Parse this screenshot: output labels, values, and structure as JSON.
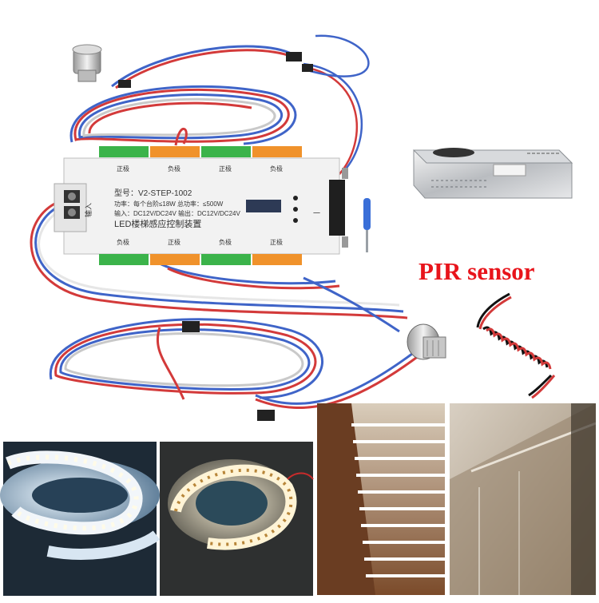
{
  "title_label": "PIR sensor",
  "controller": {
    "model_line": "型号：V2-STEP-1002",
    "power_line": "功率：每个台阶≤18W 总功率：≤500W",
    "io_line": "输入：DC12V/DC24V  输出：DC12V/DC24V",
    "name_line": "LED楼梯感应控制装置",
    "input_label": "输入",
    "top_group_labels": [
      "正极",
      "负极",
      "正极",
      "负极"
    ],
    "bottom_group_labels": [
      "负极",
      "正极",
      "负极",
      "正极"
    ],
    "panel_label": "",
    "right_label": "一"
  },
  "psu_label": "",
  "colors": {
    "pir_text": "#e8141b",
    "wire_red": "#d33a3a",
    "wire_blue": "#3f64c8",
    "terminal_green": "#3bb34a",
    "terminal_orange": "#f0922b"
  }
}
